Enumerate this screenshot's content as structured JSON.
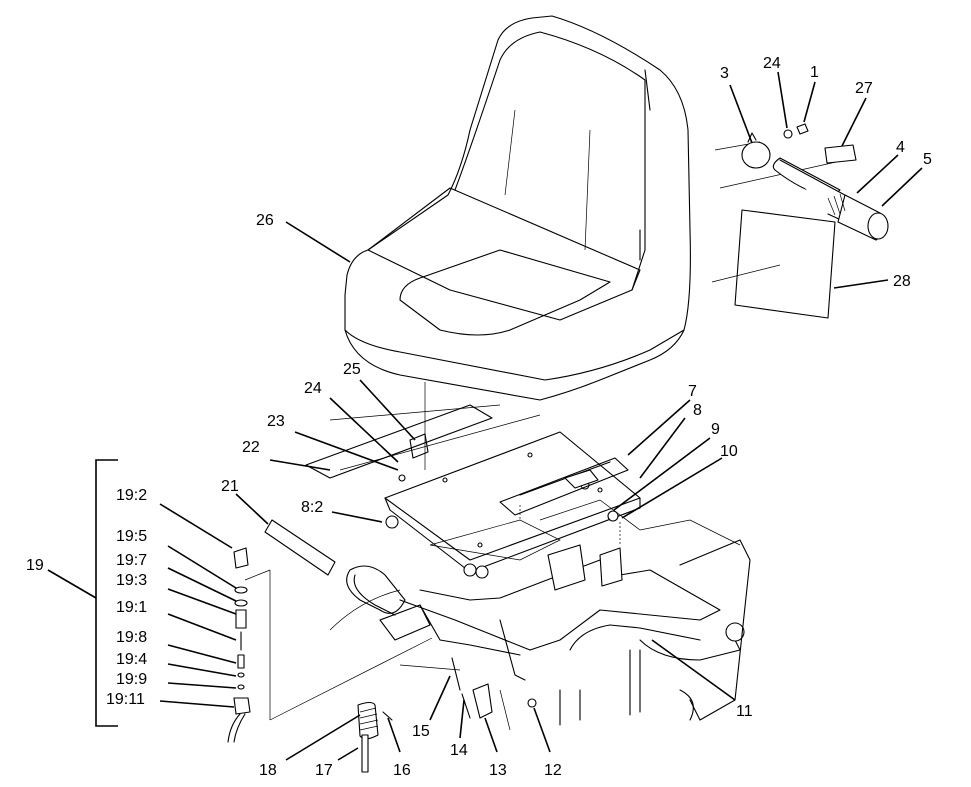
{
  "callouts": {
    "c1": "1",
    "c3": "3",
    "c24a": "24",
    "c27": "27",
    "c4": "4",
    "c5": "5",
    "c26": "26",
    "c28": "28",
    "c25": "25",
    "c24b": "24",
    "c23": "23",
    "c22": "22",
    "c7": "7",
    "c8": "8",
    "c9": "9",
    "c10": "10",
    "c21": "21",
    "c8_2": "8:2",
    "c19": "19",
    "c19_2": "19:2",
    "c19_5": "19:5",
    "c19_7": "19:7",
    "c19_3": "19:3",
    "c19_1": "19:1",
    "c19_8": "19:8",
    "c19_4": "19:4",
    "c19_9": "19:9",
    "c19_11": "19:11",
    "c11": "11",
    "c18": "18",
    "c17": "17",
    "c16": "16",
    "c15": "15",
    "c14": "14",
    "c13": "13",
    "c12": "12"
  }
}
